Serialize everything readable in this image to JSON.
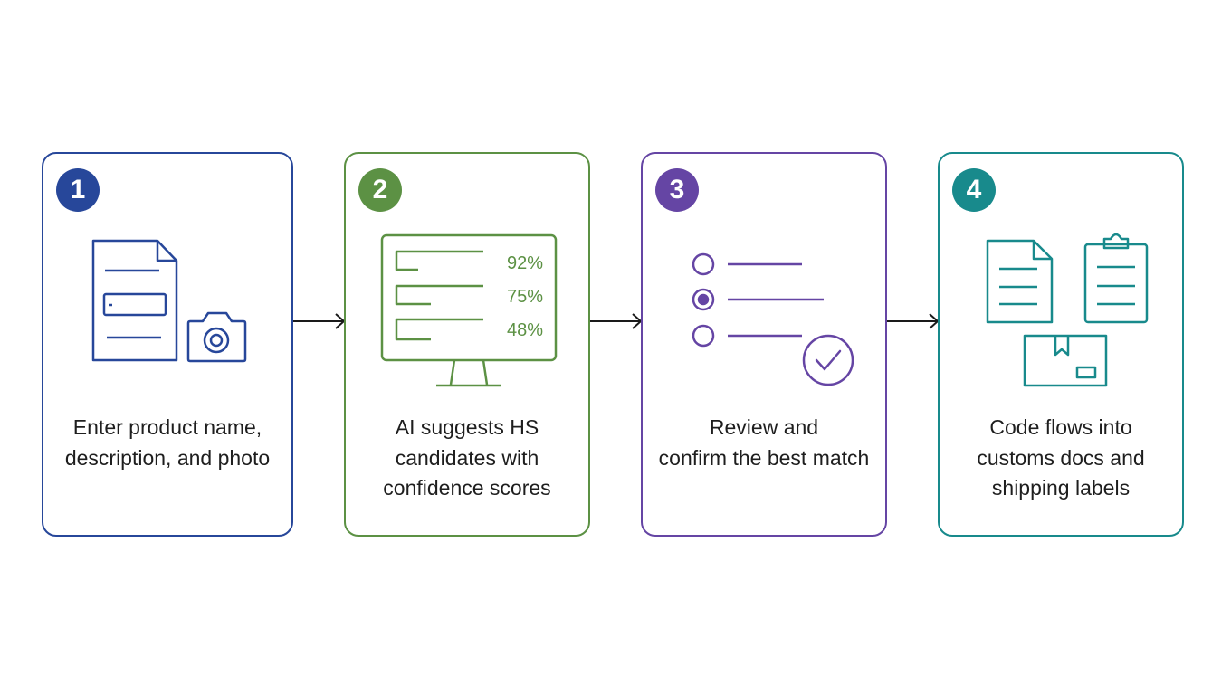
{
  "colors": {
    "step1": "#27479a",
    "step2": "#5c9144",
    "step3": "#6545a4",
    "step4": "#188a8c",
    "arrow": "#1a1a1a",
    "text": "#1e1e1e"
  },
  "steps": [
    {
      "number": "1",
      "caption": "Enter product name,\ndescription, and photo",
      "icons": [
        "document-icon",
        "camera-icon"
      ]
    },
    {
      "number": "2",
      "caption": "AI suggests HS\ncandidates with\nconfidence scores",
      "icons": [
        "monitor-icon"
      ],
      "scores": [
        "92%",
        "75%",
        "48%"
      ]
    },
    {
      "number": "3",
      "caption": "Review and\nconfirm the best match",
      "icons": [
        "radio-list-icon",
        "checkmark-circle-icon"
      ]
    },
    {
      "number": "4",
      "caption": "Code flows into\ncustoms docs and\nshipping labels",
      "icons": [
        "document-icon",
        "clipboard-icon",
        "package-label-icon"
      ]
    }
  ]
}
